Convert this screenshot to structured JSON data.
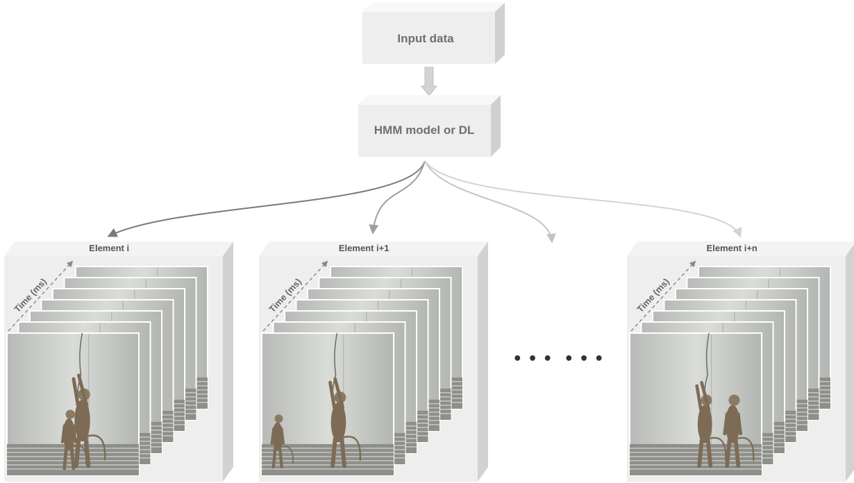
{
  "diagram": {
    "input_box": {
      "label": "Input data"
    },
    "model_box": {
      "label": "HMM model or DL"
    },
    "elements": [
      {
        "title": "Element i",
        "axis_label": "Time (ms)"
      },
      {
        "title": "Element i+1",
        "axis_label": "Time (ms)"
      },
      {
        "title": "Element i+n",
        "axis_label": "Time (ms)"
      }
    ],
    "ellipsis": [
      "• • •",
      "• • •"
    ],
    "icons": {
      "frames": "video-frame-stack",
      "animal": "monkey-silhouette",
      "arrow": "curved-arrow"
    },
    "colors": {
      "box_front": "#eeeeee",
      "box_top": "#f7f7f7",
      "box_side": "#d2d2d2",
      "box_text": "#6f6f6f",
      "arrow_dark": "#7a7a7a",
      "arrow_mid": "#9e9e9e",
      "arrow_light": "#c4c4c4",
      "arrow_faint": "#d4d4d4",
      "frame_wall": "#c9ccc8",
      "frame_floor": "#8e8f8b",
      "animal": "#7d6b55"
    }
  }
}
